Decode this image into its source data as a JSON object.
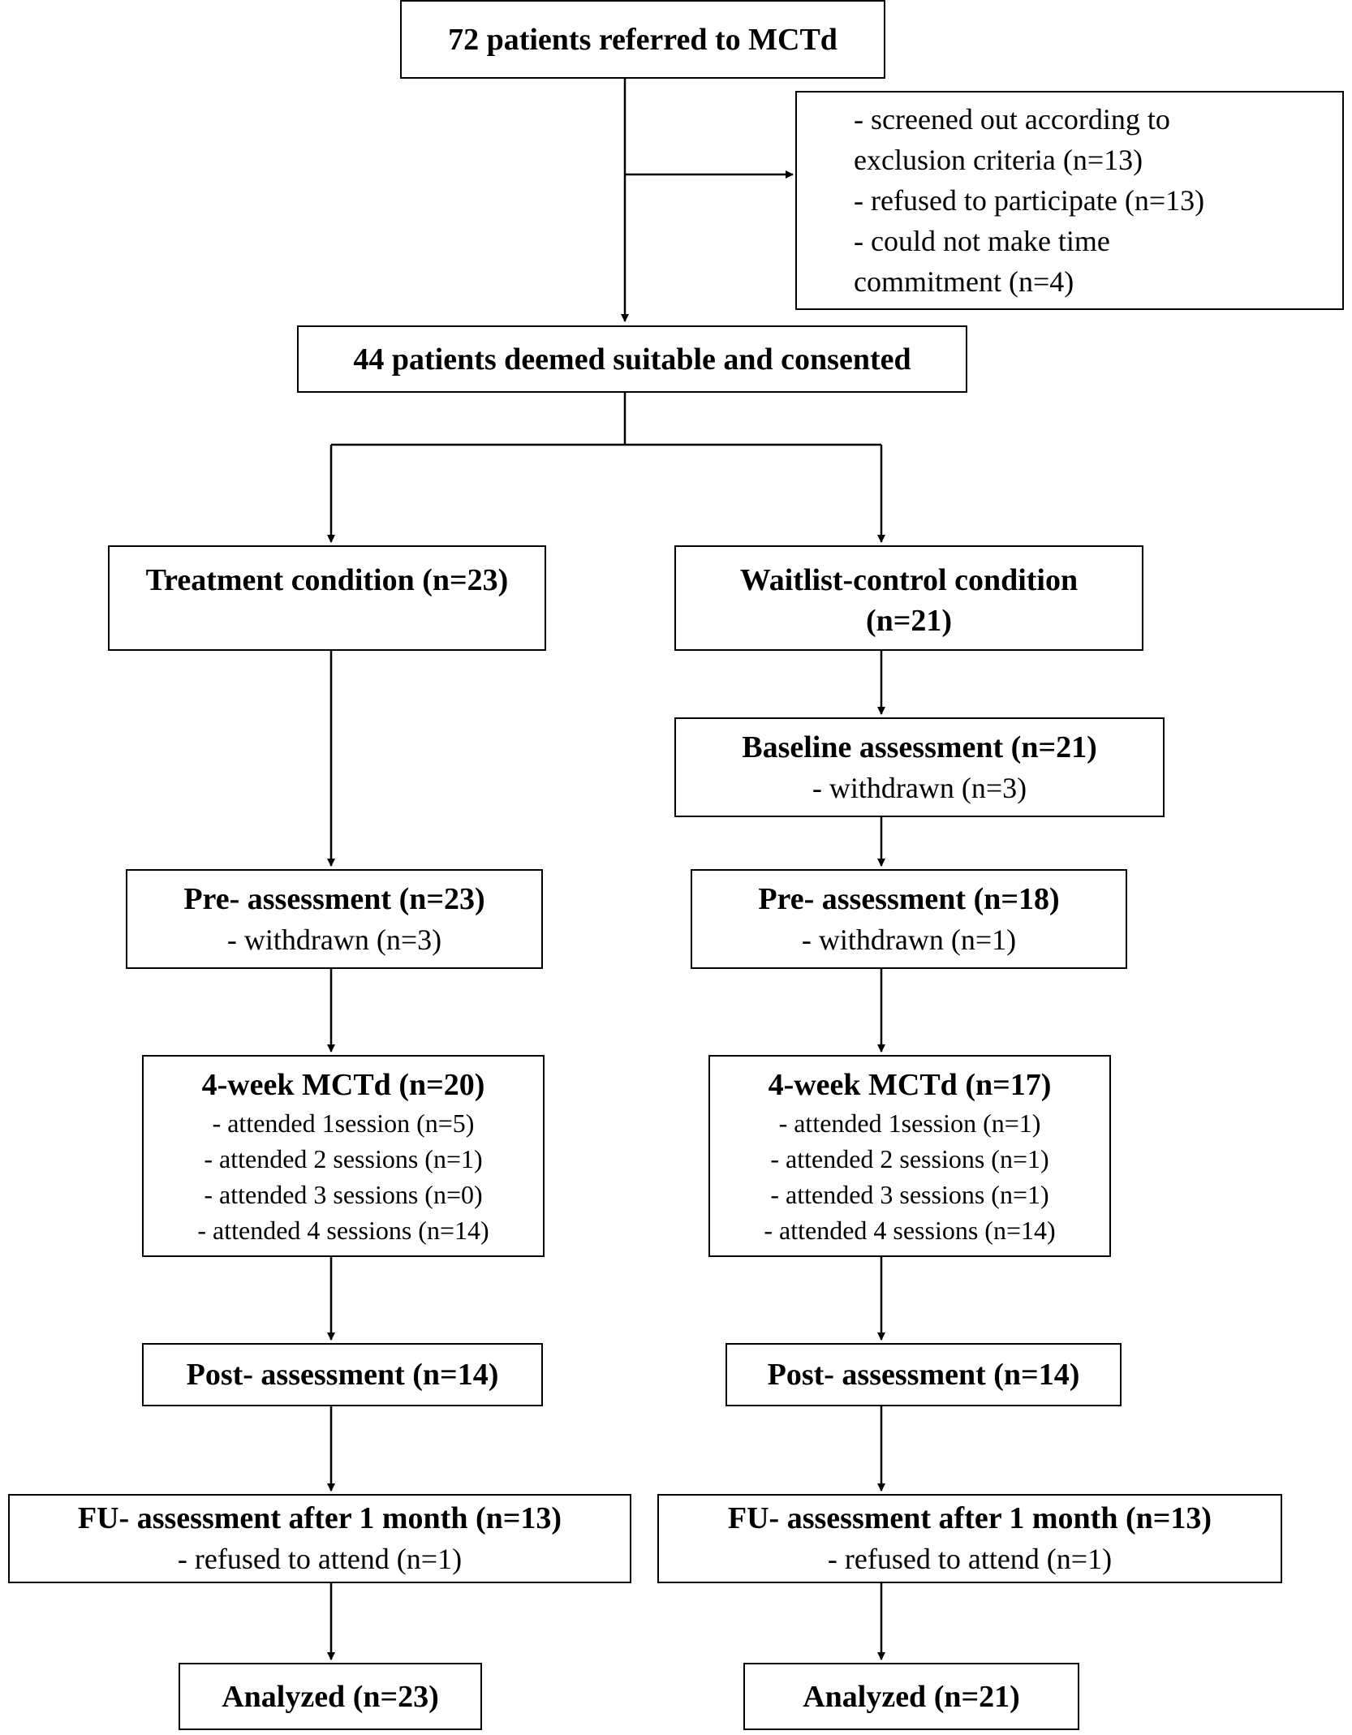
{
  "top_box": {
    "title": "72 patients referred to MCTd"
  },
  "exclusions": {
    "lines": [
      "- screened out according to",
      "exclusion criteria (n=13)",
      "- refused to participate (n=13)",
      "- could not make time",
      "commitment (n=4)"
    ]
  },
  "consented_box": {
    "title": "44 patients deemed suitable and consented"
  },
  "treatment": {
    "condition": {
      "title": "Treatment condition (n=23)"
    },
    "pre": {
      "title": "Pre- assessment (n=23)",
      "note": "- withdrawn (n=3)"
    },
    "mctd": {
      "title": "4-week MCTd (n=20)",
      "lines": [
        "- attended 1session (n=5)",
        "- attended 2 sessions (n=1)",
        "- attended 3 sessions (n=0)",
        "- attended 4 sessions (n=14)"
      ]
    },
    "post": {
      "title": "Post- assessment (n=14)"
    },
    "fu": {
      "title": "FU- assessment after 1 month (n=13)",
      "note": "- refused to attend (n=1)"
    },
    "analyzed": {
      "title": "Analyzed (n=23)"
    }
  },
  "waitlist": {
    "condition": {
      "title_line1": "Waitlist-control condition",
      "title_line2": "(n=21)"
    },
    "baseline": {
      "title": "Baseline assessment (n=21)",
      "note": "- withdrawn (n=3)"
    },
    "pre": {
      "title": "Pre- assessment (n=18)",
      "note": "- withdrawn (n=1)"
    },
    "mctd": {
      "title": "4-week MCTd (n=17)",
      "lines": [
        "- attended 1session (n=1)",
        "- attended 2 sessions (n=1)",
        "- attended 3 sessions (n=1)",
        "- attended 4 sessions (n=14)"
      ]
    },
    "post": {
      "title": "Post- assessment (n=14)"
    },
    "fu": {
      "title": "FU- assessment after 1 month (n=13)",
      "note": "- refused to attend (n=1)"
    },
    "analyzed": {
      "title": "Analyzed (n=21)"
    }
  }
}
